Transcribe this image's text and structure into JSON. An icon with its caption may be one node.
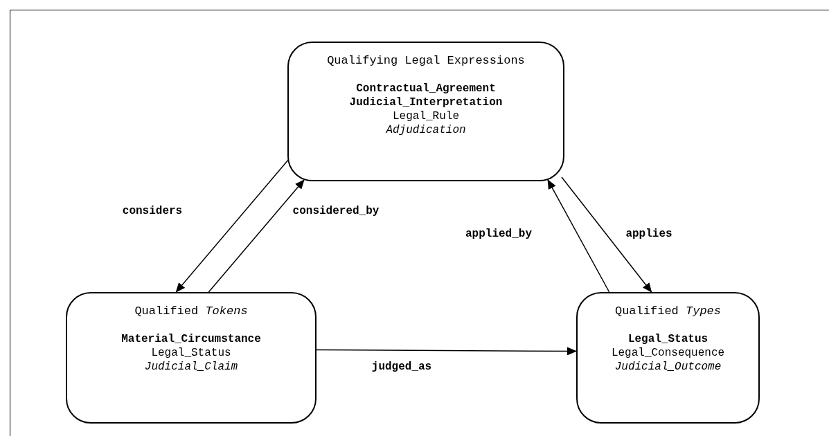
{
  "diagram": {
    "nodes": [
      {
        "text": [
          "Qualifying Legal Expressions",
          "Contractual_Agreement",
          "Judicial_Interpretation",
          "Legal_Rule",
          "Adjudication"
        ]
      },
      {
        "text": [
          "Qualified *Tokens*",
          "Material_Circumstance",
          "Legal_Status",
          "Judicial_Claim"
        ]
      },
      {
        "text": [
          "Qualified *Types*",
          "Legal_Status",
          "Legal_Consequence",
          "Judicial_Outcome"
        ]
      }
    ],
    "edges": [
      {
        "from": 0,
        "to": 1,
        "arrow": "to",
        "label": "considers"
      },
      {
        "from": 1,
        "to": 0,
        "arrow": "to",
        "label": "considered_by"
      },
      {
        "from": 2,
        "to": 0,
        "arrow": "to",
        "label": "applied_by"
      },
      {
        "from": 0,
        "to": 2,
        "arrow": "to",
        "label": "applies"
      },
      {
        "from": 1,
        "to": 2,
        "arrow": "to",
        "label": "judged_as"
      }
    ]
  }
}
